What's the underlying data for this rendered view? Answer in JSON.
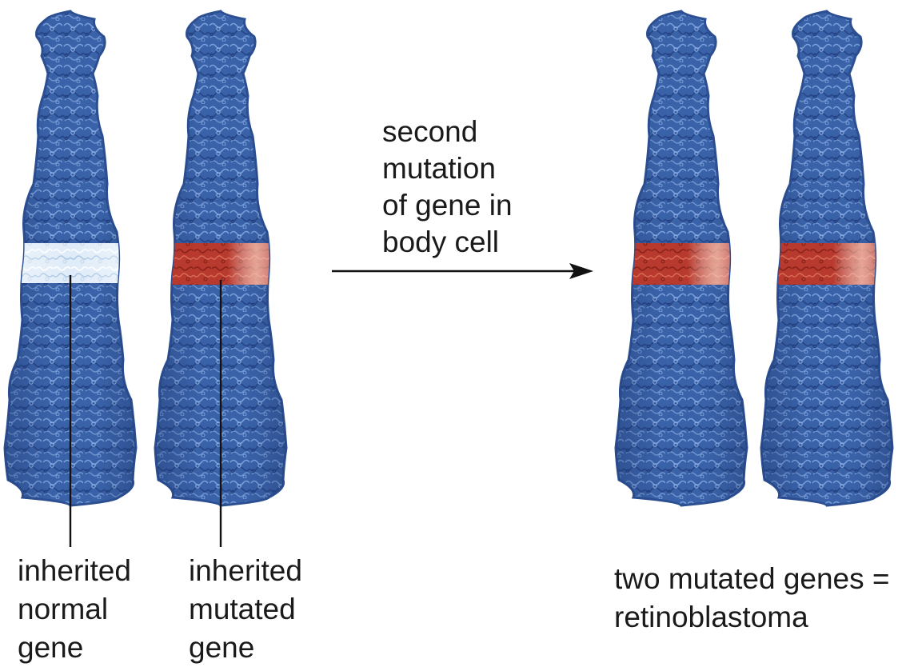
{
  "labels": {
    "inherited_normal": "inherited\nnormal\ngene",
    "inherited_mutated": "inherited\nmutated\ngene",
    "arrow_caption": "second\nmutation\nof gene in\nbody cell",
    "result": "two mutated genes =\nretinoblastoma"
  },
  "chromosomes": [
    {
      "name": "chromosome-1-left",
      "band": "normal"
    },
    {
      "name": "chromosome-2-left",
      "band": "mutated"
    },
    {
      "name": "chromosome-3-right",
      "band": "mutated"
    },
    {
      "name": "chromosome-4-right",
      "band": "mutated"
    }
  ],
  "colors": {
    "chromosome": "#3a62a8",
    "chromosome_dark": "#27478a",
    "chromosome_light": "#6f93cf",
    "normal_band": "#d6e6f6",
    "mutated_band": "#b83a2e",
    "mutated_band_light": "#e9a38f",
    "line": "#111111"
  }
}
